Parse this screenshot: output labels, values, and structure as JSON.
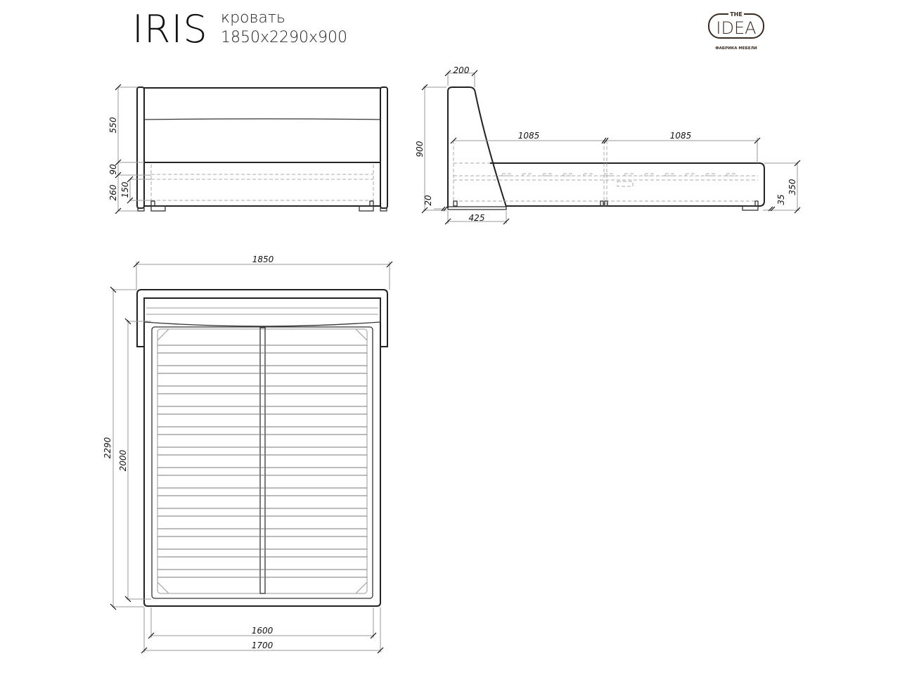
{
  "header": {
    "model": "IRIS",
    "type": "кровать",
    "size": "1850x2290x900"
  },
  "logo": {
    "top": "THE",
    "main": "IDEA",
    "caption": "ФАБРИКА МЕБЕЛИ"
  },
  "front_view": {
    "dims": {
      "headboard": "550",
      "frame_top": "90",
      "frame": "260",
      "inner": "150"
    }
  },
  "side_view": {
    "dims": {
      "headboard_top": "200",
      "height": "900",
      "span_left": "1085",
      "span_right": "1085",
      "base": "425",
      "leg": "20",
      "frame_height": "350",
      "foot_leg": "35"
    }
  },
  "top_view": {
    "dims": {
      "width_total": "1850",
      "length_total": "2290",
      "length_inner": "2000",
      "mattress": "1600",
      "frame_width": "1700"
    }
  }
}
